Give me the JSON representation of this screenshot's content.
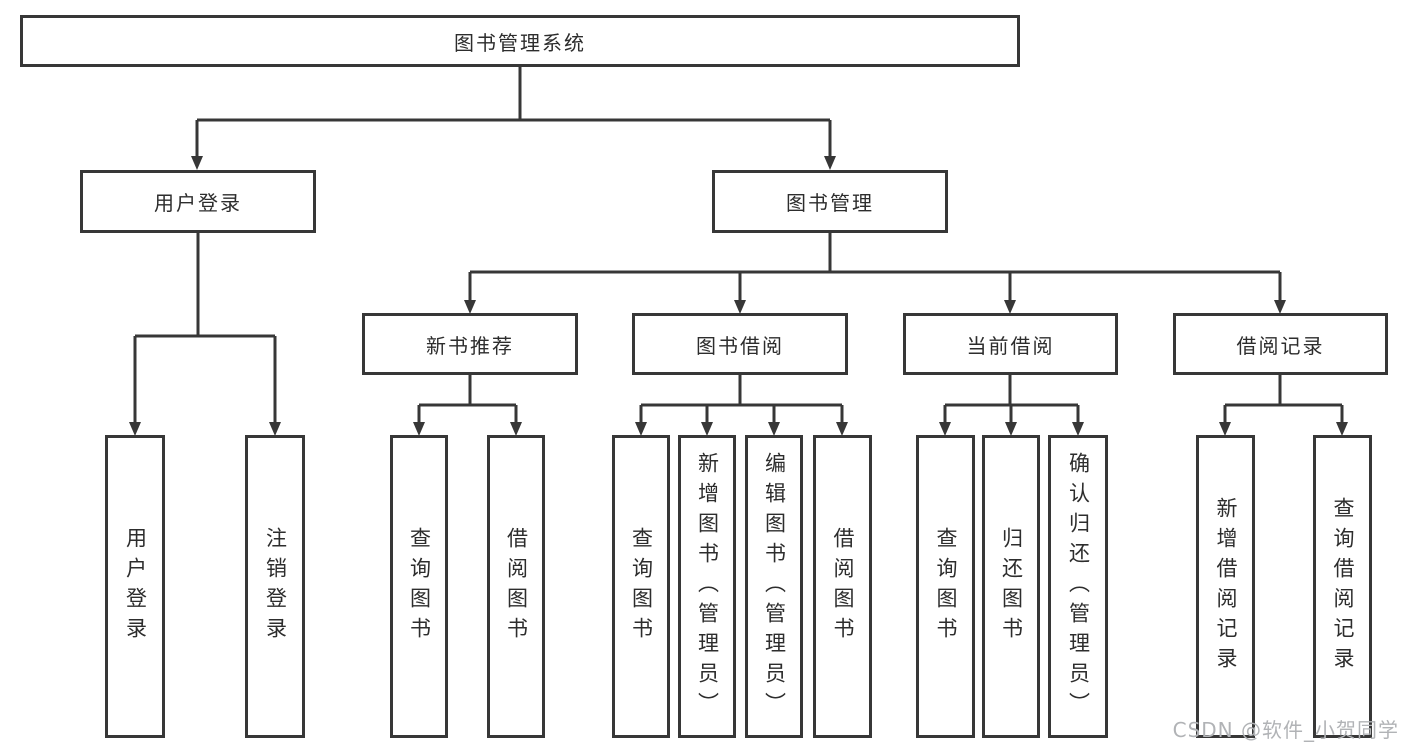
{
  "diagram": {
    "title": "图书管理系统",
    "root": {
      "label": "图书管理系统"
    },
    "branches": [
      {
        "label": "用户登录",
        "children": [
          "用户登录",
          "注销登录"
        ]
      },
      {
        "label": "图书管理"
      }
    ],
    "modules": [
      {
        "label": "新书推荐",
        "children": [
          "查询图书",
          "借阅图书"
        ]
      },
      {
        "label": "图书借阅",
        "children": [
          "查询图书",
          "新增图书（管理员）",
          "编辑图书（管理员）",
          "借阅图书"
        ]
      },
      {
        "label": "当前借阅",
        "children": [
          "查询图书",
          "归还图书",
          "确认归还（管理员）"
        ]
      },
      {
        "label": "借阅记录",
        "children": [
          "新增借阅记录",
          "查询借阅记录"
        ]
      }
    ]
  },
  "watermark": {
    "text": "CSDN @软件_小贺同学"
  },
  "colors": {
    "line": "#373737",
    "text": "#2d2d2d",
    "watermark": "#b1b3b6",
    "background": "#ffffff"
  }
}
